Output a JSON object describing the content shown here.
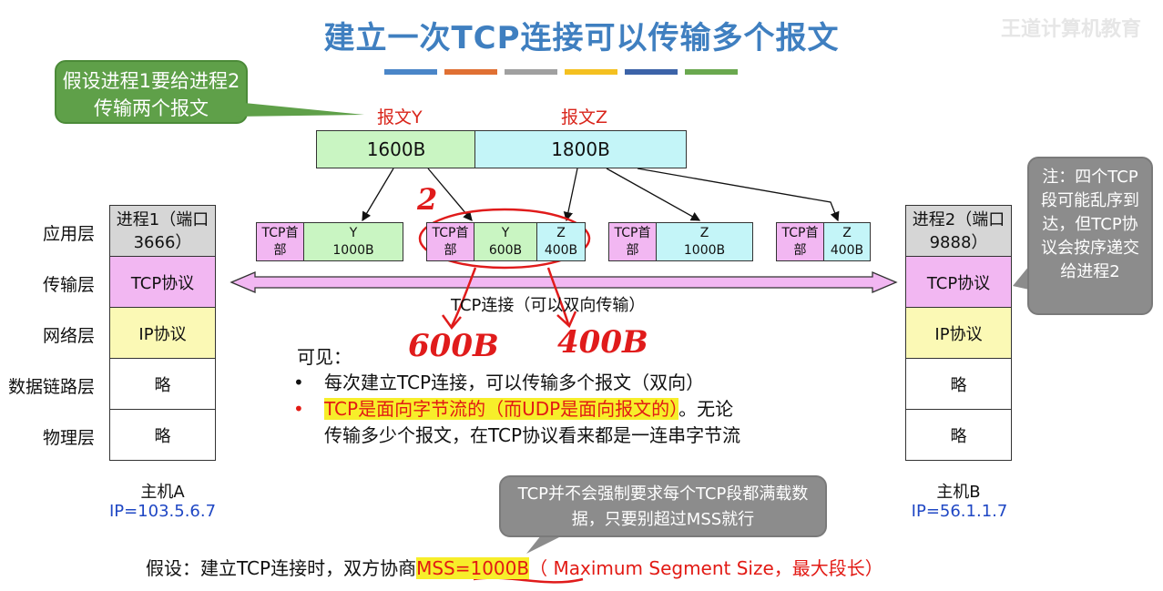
{
  "title": "建立一次TCP连接可以传输多个报文",
  "watermark": "王道计算机教育",
  "deco_colors": [
    "#4a86c8",
    "#e07033",
    "#a0a0a0",
    "#f4c020",
    "#3c63a8",
    "#6aa84f"
  ],
  "callout_left": "假设进程1要给进程2传输两个报文",
  "message_y_label": "报文Y",
  "message_z_label": "报文Z",
  "message_y_size": "1600B",
  "message_z_size": "1800B",
  "layers": [
    "应用层",
    "传输层",
    "网络层",
    "数据链路层",
    "物理层"
  ],
  "host_a": {
    "process": "进程1（端口 3666）",
    "tcp": "TCP协议",
    "ip": "IP协议",
    "link": "略",
    "phys": "略",
    "name": "主机A",
    "ip_addr": "IP=103.5.6.7"
  },
  "host_b": {
    "process": "进程2（端口 9888）",
    "tcp": "TCP协议",
    "ip": "IP协议",
    "link": "略",
    "phys": "略",
    "name": "主机B",
    "ip_addr": "IP=56.1.1.7"
  },
  "segments": {
    "s1": {
      "header": "TCP首部",
      "data1": "Y",
      "data1_size": "1000B"
    },
    "s2": {
      "header": "TCP首部",
      "data1": "Y",
      "data1_size": "600B",
      "data2": "Z",
      "data2_size": "400B"
    },
    "s3": {
      "header": "TCP首部",
      "data1": "Z",
      "data1_size": "1000B"
    },
    "s4": {
      "header": "TCP首部",
      "data1": "Z",
      "data1_size": "400B"
    }
  },
  "connection_label": "TCP连接（可以双向传输）",
  "callout_right": "注：四个TCP段可能乱序到达，但TCP协议会按序递交给进程2",
  "callout_bottom": "TCP并不会强制要求每个TCP段都满载数据，只要别超过MSS就行",
  "notes": {
    "heading": "可见：",
    "bullet1": "每次建立TCP连接，可以传输多个报文（双向）",
    "bullet2_highlight": "TCP是面向字节流的（而UDP是面向报文的）",
    "bullet2_rest_line1": "。无论",
    "bullet2_rest_line2": "传输多少个报文，在TCP协议看来都是一连串字节流"
  },
  "assumption": {
    "prefix": "假设：建立TCP连接时，双方协商",
    "mss": "MSS=1000B",
    "suffix": "（ Maximum Segment Size，最大段长）"
  },
  "handwriting": {
    "circle_num": "2",
    "left": "600B",
    "right": "400B"
  },
  "colors": {
    "title": "#3f7fc0",
    "highlight": "#f7ee2a",
    "red": "#e21a14",
    "blue": "#1f47c4"
  }
}
